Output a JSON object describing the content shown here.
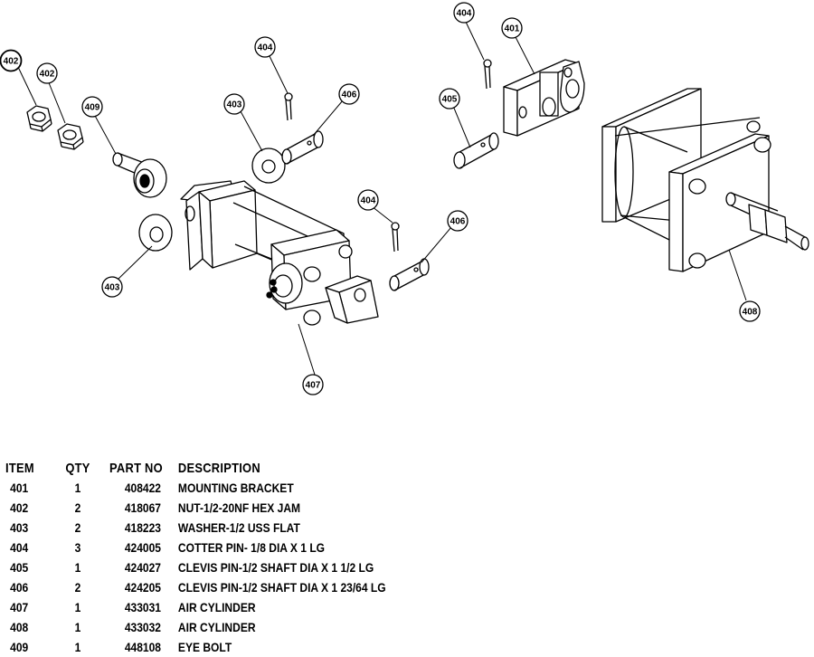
{
  "callouts": {
    "c402a": "402",
    "c402b": "402",
    "c409": "409",
    "c403a": "403",
    "c403b": "403",
    "c404a": "404",
    "c404b": "404",
    "c404c": "404",
    "c406a": "406",
    "c406b": "406",
    "c405": "405",
    "c401": "401",
    "c407": "407",
    "c408": "408"
  },
  "table": {
    "headers": {
      "item": "ITEM",
      "qty": "QTY",
      "part_no": "PART NO",
      "description": "DESCRIPTION"
    },
    "rows": [
      {
        "item": "401",
        "qty": "1",
        "part_no": "408422",
        "description": "MOUNTING BRACKET"
      },
      {
        "item": "402",
        "qty": "2",
        "part_no": "418067",
        "description": "NUT-1/2-20NF HEX JAM"
      },
      {
        "item": "403",
        "qty": "2",
        "part_no": "418223",
        "description": "WASHER-1/2 USS FLAT"
      },
      {
        "item": "404",
        "qty": "3",
        "part_no": "424005",
        "description": "COTTER PIN- 1/8 DIA X 1 LG"
      },
      {
        "item": "405",
        "qty": "1",
        "part_no": "424027",
        "description": "CLEVIS PIN-1/2 SHAFT DIA X 1 1/2 LG"
      },
      {
        "item": "406",
        "qty": "2",
        "part_no": "424205",
        "description": "CLEVIS PIN-1/2 SHAFT DIA X 1 23/64 LG"
      },
      {
        "item": "407",
        "qty": "1",
        "part_no": "433031",
        "description": "AIR CYLINDER"
      },
      {
        "item": "408",
        "qty": "1",
        "part_no": "433032",
        "description": "AIR CYLINDER"
      },
      {
        "item": "409",
        "qty": "1",
        "part_no": "448108",
        "description": "EYE BOLT"
      }
    ]
  }
}
